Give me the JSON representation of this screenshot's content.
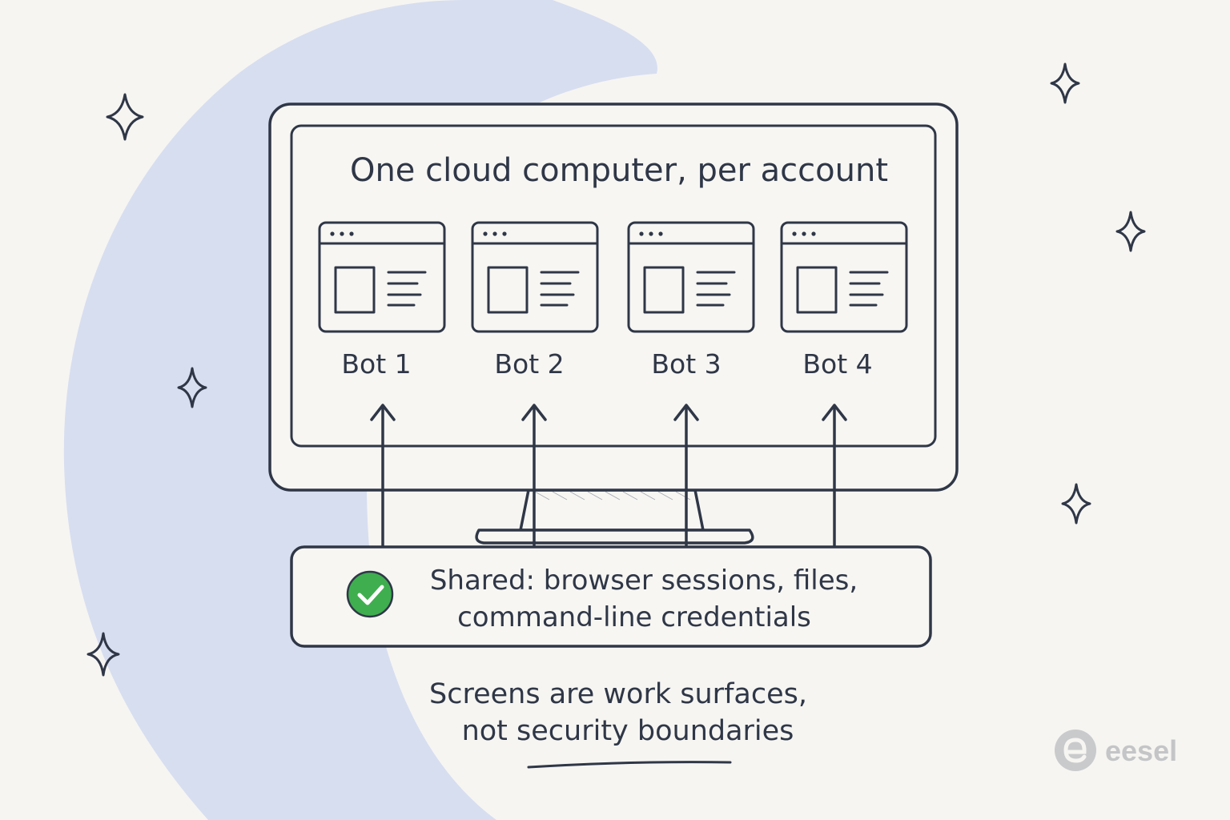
{
  "diagram": {
    "title": "One cloud computer, per account",
    "bots": [
      {
        "label": "Bot 1"
      },
      {
        "label": "Bot 2"
      },
      {
        "label": "Bot 3"
      },
      {
        "label": "Bot 4"
      }
    ],
    "shared_box": {
      "line1": "Shared: browser sessions, files,",
      "line2": "command-line credentials",
      "icon": "green-check-icon"
    },
    "caption": {
      "line1": "Screens are work surfaces,",
      "line2": "not security boundaries"
    },
    "brand": {
      "name": "eesel",
      "icon": "eesel-logo-icon"
    },
    "decorations": {
      "sparkle_icon": "sparkle-icon"
    },
    "colors": {
      "background": "#f6f5f2",
      "blob": "#d7def0",
      "ink": "#2f3747",
      "check_green": "#3fae4f"
    }
  }
}
